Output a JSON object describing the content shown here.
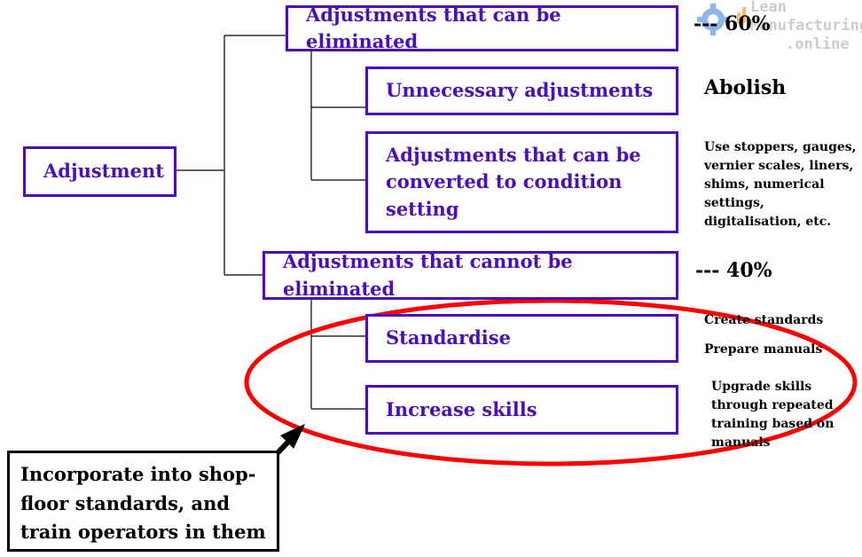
{
  "nodes": {
    "root": "Adjustment",
    "eliminable": "Adjustments that can be eliminated",
    "unnecessary": "Unnecessary adjustments",
    "convertible": "Adjustments that can be converted to condition setting",
    "non_eliminable": "Adjustments that cannot be eliminated",
    "standardise": "Standardise",
    "skills": "Increase skills"
  },
  "annotations": {
    "eliminable_share": "--- 60%",
    "unnecessary_action": "Abolish",
    "convertible_action": "Use stoppers, gauges, vernier scales, liners, shims, numerical settings, digitalisation, etc.",
    "non_eliminable_share": "--- 40%",
    "standardise_action_1": "Create standards",
    "standardise_action_2": "Prepare manuals",
    "skills_action": "Upgrade skills through repeated training based on manuals"
  },
  "callout": {
    "text": "Incorporate into shop-floor standards, and train operators in them"
  },
  "logo": {
    "line1": "Lean",
    "line2": "Manufacturing",
    "line3": ".online"
  },
  "colors": {
    "box_border": "#4b0fb8",
    "box_text": "#4b0fb8",
    "ellipse": "#ff0000",
    "connector": "#000000"
  }
}
